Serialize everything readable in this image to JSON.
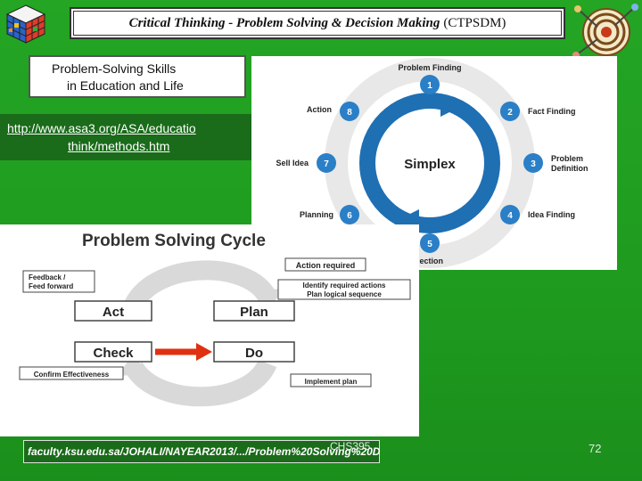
{
  "header": {
    "title": "Critical Thinking - Problem Solving  & Decision Making",
    "abbr": "(CTPSDM)"
  },
  "skills_box": {
    "line1": "Problem-Solving Skills",
    "line2": "in Education and Life"
  },
  "link": {
    "line1": "http://www.asa3.org/ASA/educatio",
    "line2": "think/methods.htm"
  },
  "simplex": {
    "center": "Simplex",
    "steps": [
      {
        "num": "1",
        "label": "Problem Finding"
      },
      {
        "num": "2",
        "label": "Fact Finding"
      },
      {
        "num": "3",
        "label_line1": "Problem",
        "label_line2": "Definition"
      },
      {
        "num": "4",
        "label": "Idea Finding"
      },
      {
        "num": "5",
        "label": "lection"
      },
      {
        "num": "6",
        "label": "Planning"
      },
      {
        "num": "7",
        "label": "Sell Idea"
      },
      {
        "num": "8",
        "label": "Action"
      }
    ]
  },
  "cycle": {
    "title": "Problem Solving Cycle",
    "action_required": "Action required",
    "identify_line1": "Identify required actions",
    "identify_line2": "Plan logical sequence",
    "feedback_line1": "Feedback /",
    "feedback_line2": "Feed forward",
    "act": "Act",
    "plan": "Plan",
    "check": "Check",
    "do": "Do",
    "confirm": "Confirm Effectiveness",
    "implement": "Implement plan"
  },
  "footer": {
    "source": "faculty.ksu.edu.sa/JOHALI/NAYEAR2013/.../Problem%20Solving%20D",
    "code": "CHS395",
    "page": "72"
  },
  "colors": {
    "background": "#1f9c1f",
    "ring_blue": "#1f6fb3",
    "step_blue": "#2a7fc7",
    "arrow_red": "#e03010"
  }
}
